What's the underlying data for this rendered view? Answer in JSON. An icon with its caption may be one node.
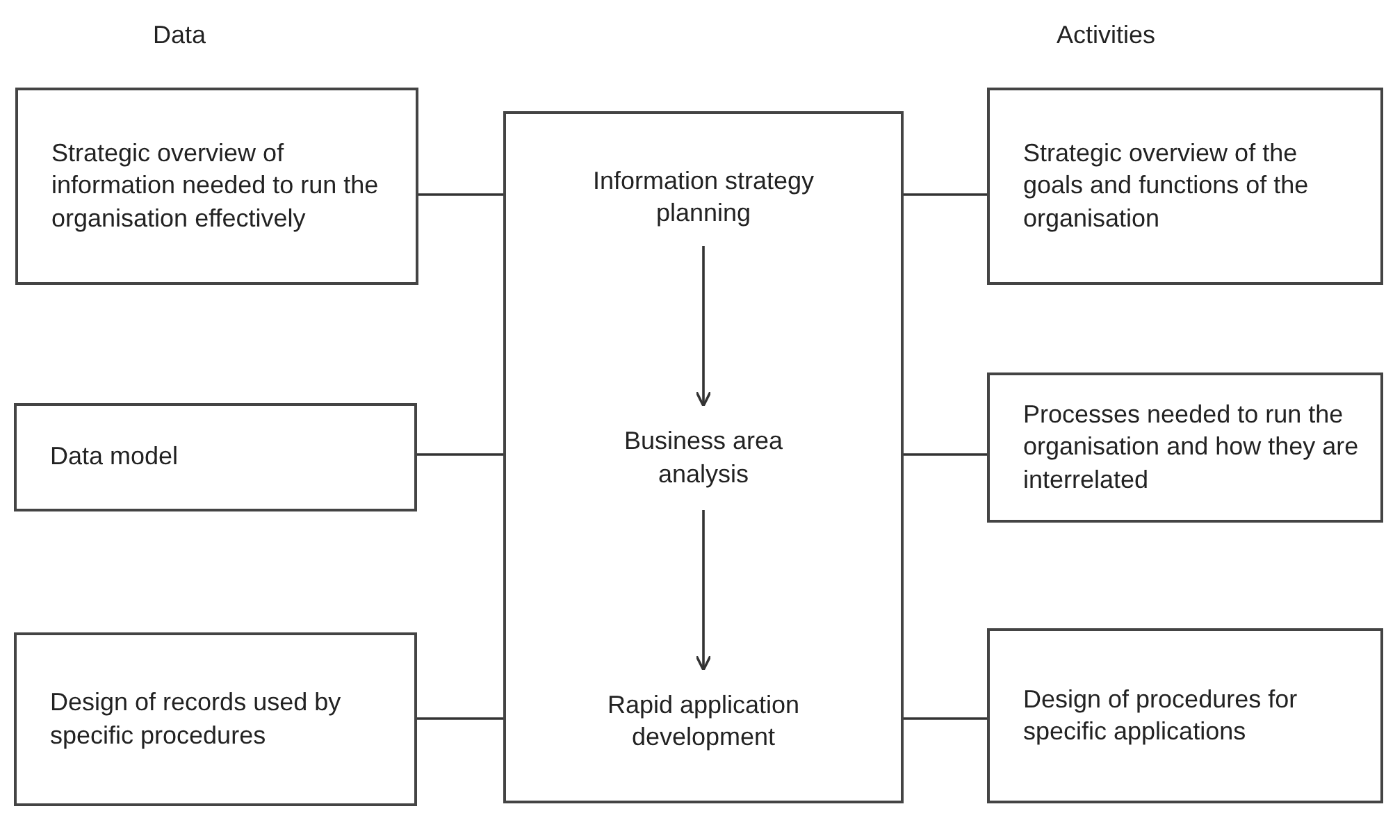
{
  "diagram": {
    "nodes": [
      {
        "text": [
          "Strategic overview of information needed to run the organisation effectively"
        ]
      },
      {
        "text": [
          "Data model"
        ]
      },
      {
        "text": [
          "Design of records used by specific procedures"
        ]
      },
      {
        "text": [],
        "shape": "box"
      },
      {
        "text": [
          "Information strategy planning"
        ],
        "in": 3
      },
      {
        "text": [
          "Business area analysis"
        ],
        "in": 3
      },
      {
        "text": [
          "Rapid application development"
        ],
        "in": 3
      },
      {
        "text": [
          "Strategic overview of the goals and functions of the organisation"
        ]
      },
      {
        "text": [
          "Processes needed to run the organisation and how they are interrelated"
        ]
      },
      {
        "text": [
          "Design of procedures for specific applications"
        ]
      }
    ],
    "edges": [
      {
        "from": 0,
        "to": 3,
        "arrow": "none"
      },
      {
        "from": 3,
        "to": 7,
        "arrow": "none"
      },
      {
        "from": 1,
        "to": 3,
        "arrow": "none"
      },
      {
        "from": 3,
        "to": 8,
        "arrow": "none"
      },
      {
        "from": 2,
        "to": 3,
        "arrow": "none"
      },
      {
        "from": 3,
        "to": 9,
        "arrow": "none"
      },
      {
        "from": 4,
        "to": 5,
        "arrow": "to"
      },
      {
        "from": 5,
        "to": 6,
        "arrow": "to"
      }
    ],
    "labels": [
      "Data",
      "Activities"
    ]
  }
}
